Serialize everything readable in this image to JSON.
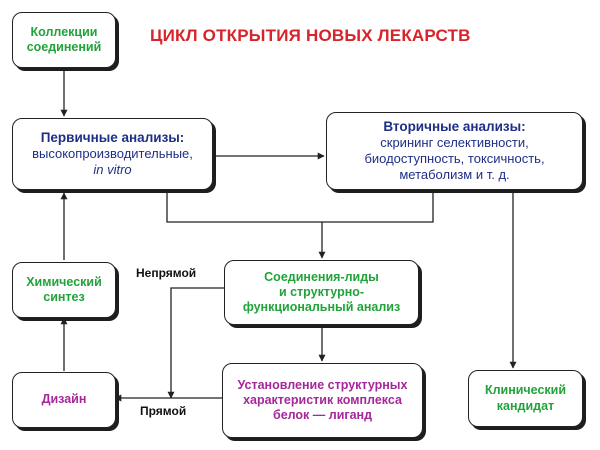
{
  "title": "ЦИКЛ ОТКРЫТИЯ НОВЫХ ЛЕКАРСТВ",
  "boxes": {
    "collections": {
      "line1": "Коллекции",
      "line2": "соединений"
    },
    "primary": {
      "header": "Первичные анализы:",
      "line1": "высокопроизводительные,",
      "line2": "in vitro"
    },
    "secondary": {
      "header": "Вторичные анализы:",
      "line1": "скрининг селективности,",
      "line2": "биодоступность, токсичность,",
      "line3": "метаболизм и т. д."
    },
    "chem_synthesis": {
      "line1": "Химический",
      "line2": "синтез"
    },
    "leads": {
      "line1": "Соединения-лиды",
      "line2": "и структурно-",
      "line3": "функциональный анализ"
    },
    "design": {
      "line1": "Дизайн"
    },
    "structural": {
      "line1": "Установление структурных",
      "line2": "характеристик комплекса",
      "line3": "белок — лиганд"
    },
    "clinical": {
      "line1": "Клинический",
      "line2": "кандидат"
    }
  },
  "labels": {
    "indirect": "Непрямой",
    "direct": "Прямой"
  },
  "colors": {
    "title": "#d8232a",
    "green": "#21a33a",
    "purple": "#a5279a",
    "navy": "#1f2f86"
  }
}
